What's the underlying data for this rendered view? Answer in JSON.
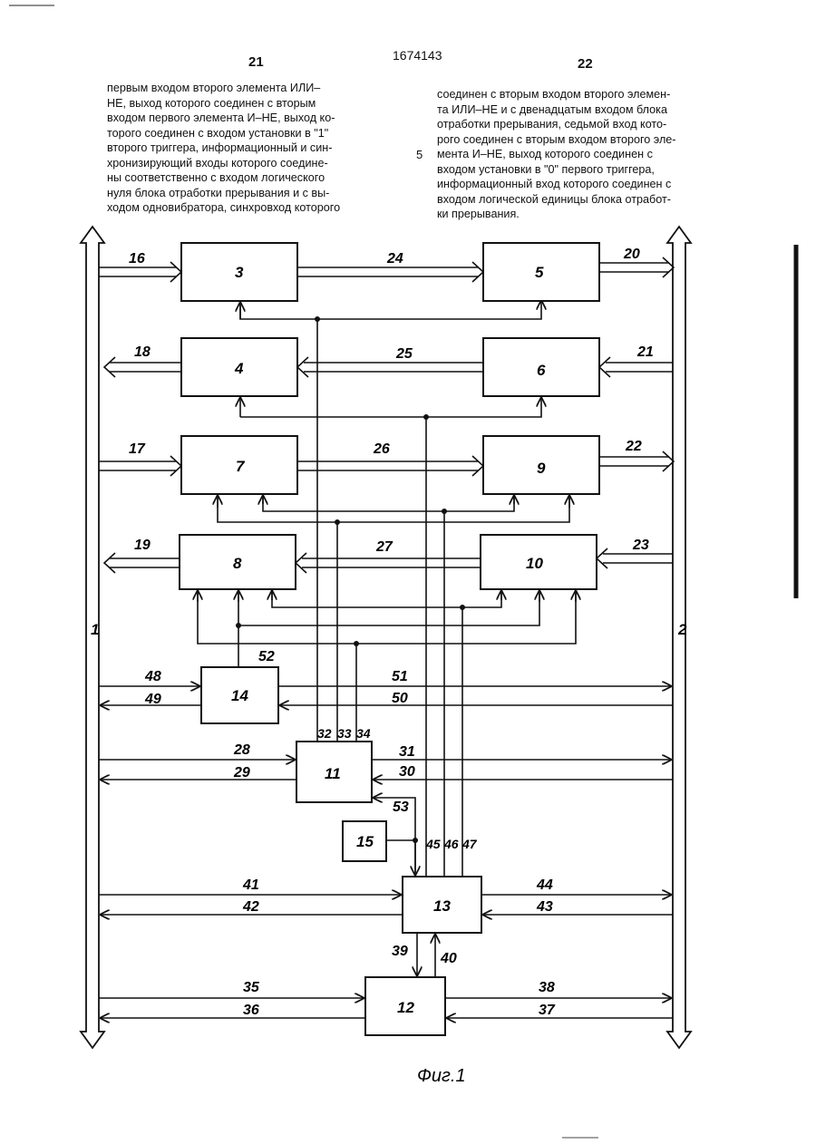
{
  "header": {
    "patent_number": "1674143",
    "page_left": "21",
    "page_right": "22",
    "line_number": "5"
  },
  "text_left": [
    "первым входом второго элемента ИЛИ–",
    "НЕ, выход которого соединен с вторым",
    "входом первого элемента И–НЕ, выход ко-",
    "торого соединен с входом установки в \"1\"",
    "второго триггера, информационный и син-",
    "хронизирующий входы которого соедине-",
    "ны соответственно с входом логического",
    "нуля блока отработки прерывания и с вы-",
    "ходом одновибратора, синхровход которого"
  ],
  "text_right": [
    "соединен с вторым входом второго элемен-",
    "та ИЛИ–НЕ и с двенадцатым входом блока",
    "отработки прерывания, седьмой вход кото-",
    "рого соединен с вторым входом второго эле-",
    "мента И–НЕ, выход которого соединен с",
    "входом установки в \"0\" первого триггера,",
    "информационный вход которого соединен с",
    "входом логической единицы блока отработ-",
    "ки прерывания."
  ],
  "diagram": {
    "caption": "Фиг.1",
    "buses": {
      "left": "1",
      "right": "2"
    },
    "blocks": {
      "b3": "3",
      "b4": "4",
      "b5": "5",
      "b6": "6",
      "b7": "7",
      "b8": "8",
      "b9": "9",
      "b10": "10",
      "b11": "11",
      "b12": "12",
      "b13": "13",
      "b14": "14",
      "b15": "15"
    },
    "signals": {
      "s16": "16",
      "s17": "17",
      "s18": "18",
      "s19": "19",
      "s20": "20",
      "s21": "21",
      "s22": "22",
      "s23": "23",
      "s24": "24",
      "s25": "25",
      "s26": "26",
      "s27": "27",
      "s28": "28",
      "s29": "29",
      "s30": "30",
      "s31": "31",
      "s32": "32",
      "s33": "33",
      "s34": "34",
      "s35": "35",
      "s36": "36",
      "s37": "37",
      "s38": "38",
      "s39": "39",
      "s40": "40",
      "s41": "41",
      "s42": "42",
      "s43": "43",
      "s44": "44",
      "s45": "45",
      "s46": "46",
      "s47": "47",
      "s48": "48",
      "s49": "49",
      "s50": "50",
      "s51": "51",
      "s52": "52",
      "s53": "53"
    }
  }
}
